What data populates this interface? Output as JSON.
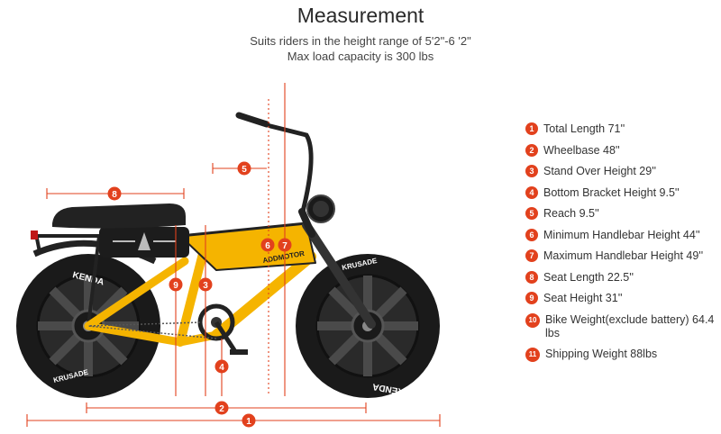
{
  "title": "Measurement",
  "subtitle_line1": "Suits riders in the height range of 5'2\"-6 '2\"",
  "subtitle_line2": "Max load capacity is 300 lbs",
  "accent_color": "#e2411d",
  "frame_color": "#f5b400",
  "legend": [
    {
      "num": "1",
      "label": "Total Length 71''"
    },
    {
      "num": "2",
      "label": "Wheelbase 48''"
    },
    {
      "num": "3",
      "label": "Stand Over Height 29''"
    },
    {
      "num": "4",
      "label": "Bottom Bracket Height 9.5''"
    },
    {
      "num": "5",
      "label": "Reach 9.5''"
    },
    {
      "num": "6",
      "label": "Minimum Handlebar Height 44''"
    },
    {
      "num": "7",
      "label": "Maximum Handlebar Height 49''"
    },
    {
      "num": "8",
      "label": "Seat Length 22.5''"
    },
    {
      "num": "9",
      "label": "Seat Height 31''"
    },
    {
      "num": "10",
      "label": "Bike Weight(exclude battery) 64.4 lbs"
    },
    {
      "num": "11",
      "label": "Shipping Weight 88lbs"
    }
  ],
  "bike_text": {
    "frame_brand": "ADDMOTOR",
    "tire_brand": "KENDA",
    "tire_model": "KRUSADE"
  }
}
